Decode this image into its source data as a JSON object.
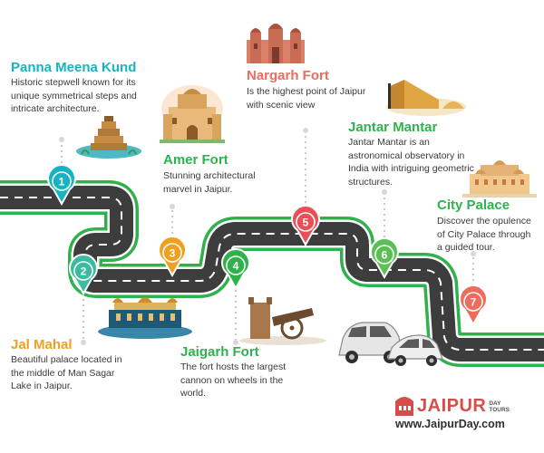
{
  "stops": [
    {
      "number": "1",
      "title": "Panna Meena Kund",
      "description": "Historic stepwell known for its unique symmetrical steps and intricate architecture.",
      "color": "#18b3c2"
    },
    {
      "number": "2",
      "title": "Jal Mahal",
      "description": "Beautiful palace located in the middle of Man Sagar Lake in Jaipur.",
      "color": "#3bbca0"
    },
    {
      "number": "3",
      "title": "Amer Fort",
      "description": "Stunning architectural marvel in Jaipur.",
      "color": "#f0a021"
    },
    {
      "number": "4",
      "title": "Jaigarh Fort",
      "description": "The fort hosts the largest cannon on wheels in the world.",
      "color": "#2fb24c"
    },
    {
      "number": "5",
      "title": "Nargarh Fort",
      "description": "Is the highest point of Jaipur with scenic view",
      "color": "#e94f55"
    },
    {
      "number": "6",
      "title": "Jantar Mantar",
      "description": "Jantar Mantar is an astronomical observatory in India with intriguing geometric structures.",
      "color": "#5cbf55"
    },
    {
      "number": "7",
      "title": "City Palace",
      "description": "Discover the opulence of City Palace through a guided tour.",
      "color": "#ee6b5d"
    }
  ],
  "brand": {
    "name": "JAIPUR",
    "tagline_top": "DAY",
    "tagline_bottom": "TOURS",
    "url": "www.JaipurDay.com",
    "color": "#d64e49"
  },
  "road": {
    "asphalt": "#3d3d3d",
    "border": "#2fb24c",
    "dash": "#ffffff"
  }
}
